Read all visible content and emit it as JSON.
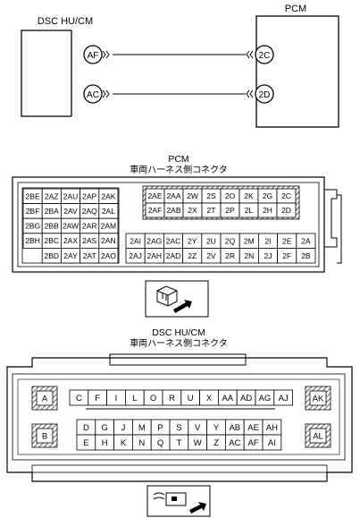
{
  "wiring": {
    "left_box_title": "DSC HU/CM",
    "right_box_title": "PCM",
    "wires": [
      {
        "from": "AF",
        "to": "2C"
      },
      {
        "from": "AC",
        "to": "2D"
      }
    ]
  },
  "pcm_connector": {
    "title": "PCM",
    "subtitle": "車両ハーネス側コネクタ",
    "left_block": [
      [
        "2BE",
        "2AZ",
        "2AU",
        "2AP",
        "2AK"
      ],
      [
        "2BF",
        "2BA",
        "2AV",
        "2AQ",
        "2AL"
      ],
      [
        "2BG",
        "2BB",
        "2AW",
        "2AR",
        "2AM"
      ],
      [
        "2BH",
        "2BC",
        "2AX",
        "2AS",
        "2AN"
      ],
      [
        "",
        "2BD",
        "2AY",
        "2AT",
        "2AO"
      ]
    ],
    "right_top": [
      [
        "2AE",
        "2AA",
        "2W",
        "2S",
        "2O",
        "2K",
        "2G",
        "2C"
      ],
      [
        "2AF",
        "2AB",
        "2X",
        "2T",
        "2P",
        "2L",
        "2H",
        "2D"
      ]
    ],
    "right_bottom": [
      [
        "2AI",
        "2AG",
        "2AC",
        "2Y",
        "2U",
        "2Q",
        "2M",
        "2I",
        "2E",
        "2A"
      ],
      [
        "2AJ",
        "2AH",
        "2AD",
        "2Z",
        "2V",
        "2R",
        "2N",
        "2J",
        "2F",
        "2B"
      ]
    ]
  },
  "dsc_connector": {
    "title": "DSC HU/CM",
    "subtitle": "車両ハーネス側コネクタ",
    "top_row": [
      "C",
      "F",
      "I",
      "L",
      "O",
      "R",
      "U",
      "X",
      "AA",
      "AD",
      "AG",
      "AJ"
    ],
    "mid_row": [
      "D",
      "G",
      "J",
      "M",
      "P",
      "S",
      "V",
      "Y",
      "AB",
      "AE",
      "AH"
    ],
    "bottom_row": [
      "E",
      "H",
      "K",
      "N",
      "Q",
      "T",
      "W",
      "Z",
      "AC",
      "AF",
      "AI"
    ],
    "corners": [
      "A",
      "B",
      "AK",
      "AL"
    ]
  }
}
